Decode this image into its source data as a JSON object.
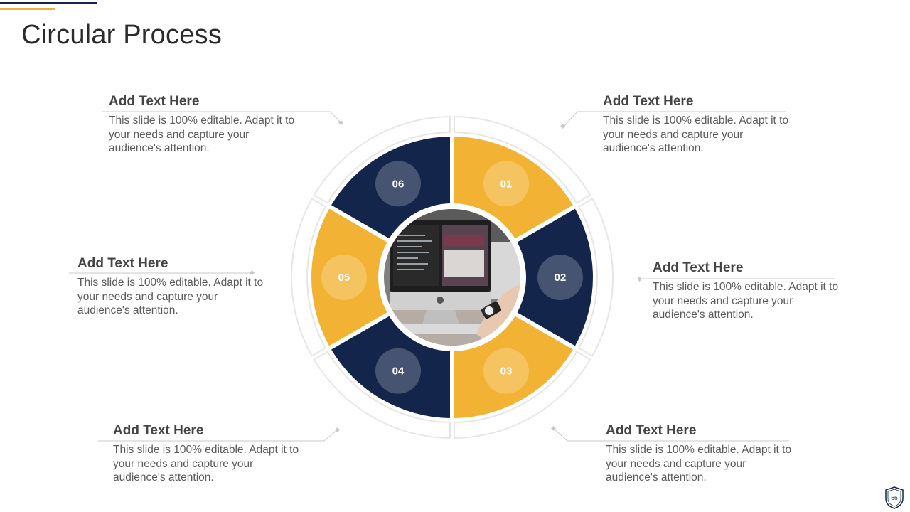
{
  "slide": {
    "title": "Circular Process",
    "page_number": "66"
  },
  "colors": {
    "navy": "#13254a",
    "gold": "#f2b233",
    "outer_ring": "#e6e6e6",
    "connector": "#c9c9c9"
  },
  "segments": [
    {
      "number": "01",
      "color": "gold"
    },
    {
      "number": "02",
      "color": "navy"
    },
    {
      "number": "03",
      "color": "gold"
    },
    {
      "number": "04",
      "color": "navy"
    },
    {
      "number": "05",
      "color": "gold"
    },
    {
      "number": "06",
      "color": "navy"
    }
  ],
  "text_blocks": [
    {
      "id": "top-left",
      "heading": "Add Text Here",
      "body": "This slide is 100% editable. Adapt it to your needs and capture your audience's attention."
    },
    {
      "id": "top-right",
      "heading": "Add Text Here",
      "body": "This slide is 100% editable. Adapt it to your needs and capture your audience's attention."
    },
    {
      "id": "mid-left",
      "heading": "Add Text Here",
      "body": "This slide is 100% editable. Adapt it to your needs and capture your audience's attention."
    },
    {
      "id": "mid-right",
      "heading": "Add Text Here",
      "body": "This slide is 100% editable. Adapt it to your needs and capture your audience's attention."
    },
    {
      "id": "bottom-left",
      "heading": "Add Text Here",
      "body": "This slide is 100% editable. Adapt it to your needs and capture your audience's attention."
    },
    {
      "id": "bottom-right",
      "heading": "Add Text Here",
      "body": "This slide is 100% editable. Adapt it to your needs and capture your audience's attention."
    }
  ],
  "center_image": {
    "icon": "computer-monitor-photo"
  }
}
